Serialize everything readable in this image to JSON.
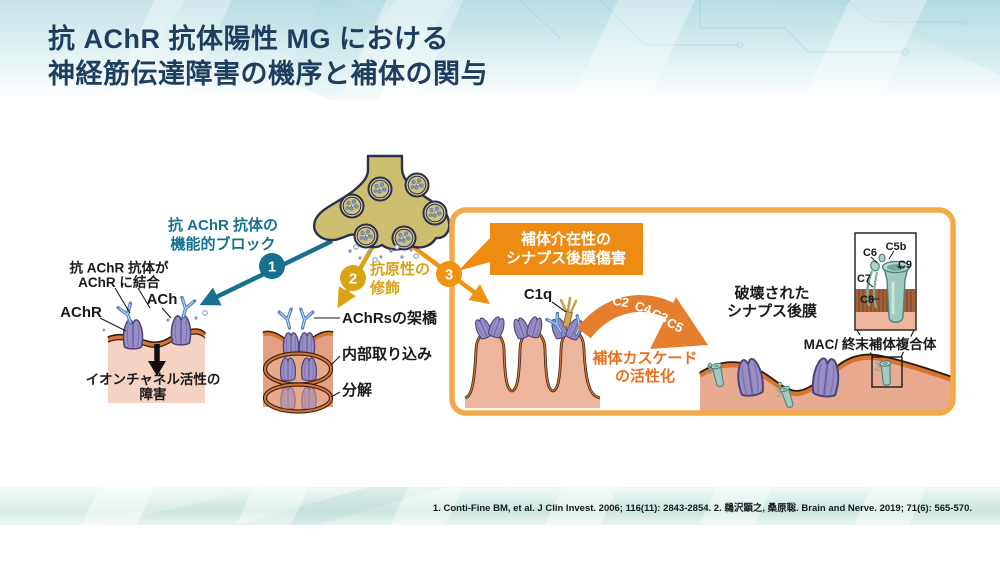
{
  "title": {
    "line1": "抗 AChR 抗体陽性 MG における",
    "line2": "神経筋伝達障害の機序と補体の関与"
  },
  "footer": {
    "citation": "1. Conti-Fine BM, et al. J Clin Invest. 2006; 116(11): 2843-2854. 2. 鵜沢顕之, 桑原聡. Brain and Nerve. 2019; 71(6): 565-570."
  },
  "mech1": {
    "num": "1",
    "l1": "抗 AChR 抗体の",
    "l2": "機能的ブロック"
  },
  "mech2": {
    "num": "2",
    "l1": "抗原性の",
    "l2": "修飾"
  },
  "mech3": {
    "num": "3",
    "box_l1": "補体介在性の",
    "box_l2": "シナプス後膜傷害"
  },
  "panel1": {
    "bind_l1": "抗 AChR 抗体が",
    "bind_l2": "AChR に結合",
    "ach": "ACh",
    "achr": "AChR",
    "result_l1": "イオンチャネル活性の",
    "result_l2": "障害"
  },
  "panel2": {
    "crosslink": "AChRsの架橋",
    "internalize": "内部取り込み",
    "degrade": "分解"
  },
  "panel3": {
    "c1q": "C1q",
    "c2": "C2",
    "c4": "C4",
    "c3": "C3",
    "c5": "C5",
    "cascade_l1": "補体カスケード",
    "cascade_l2": "の活性化",
    "destroyed_l1": "破壊された",
    "destroyed_l2": "シナプス後膜",
    "c6": "C6",
    "c5b": "C5b",
    "c9": "C9",
    "c7": "C7",
    "c8": "C8",
    "mac": "MAC/ 終末補体複合体"
  },
  "colors": {
    "title_navy": "#1d3e5e",
    "teal_accent": "#17708e",
    "yellow_accent": "#d9a413",
    "orange_accent": "#f0930f",
    "box_border": "#f3ab4a",
    "label_box": "#ee8b13",
    "swoosh": "#e57f2e",
    "cascade_text": "#e8701c",
    "membrane_salmon": "#f6d2c3",
    "membrane_deep": "#e2a083",
    "receptor_purple": "#9a8fc4",
    "antibody_blue": "#4f83c2",
    "mac_teal": "#9fc9c1",
    "terminal_tan": "#cdbf6f",
    "banner_teal": "#b7dde3"
  }
}
